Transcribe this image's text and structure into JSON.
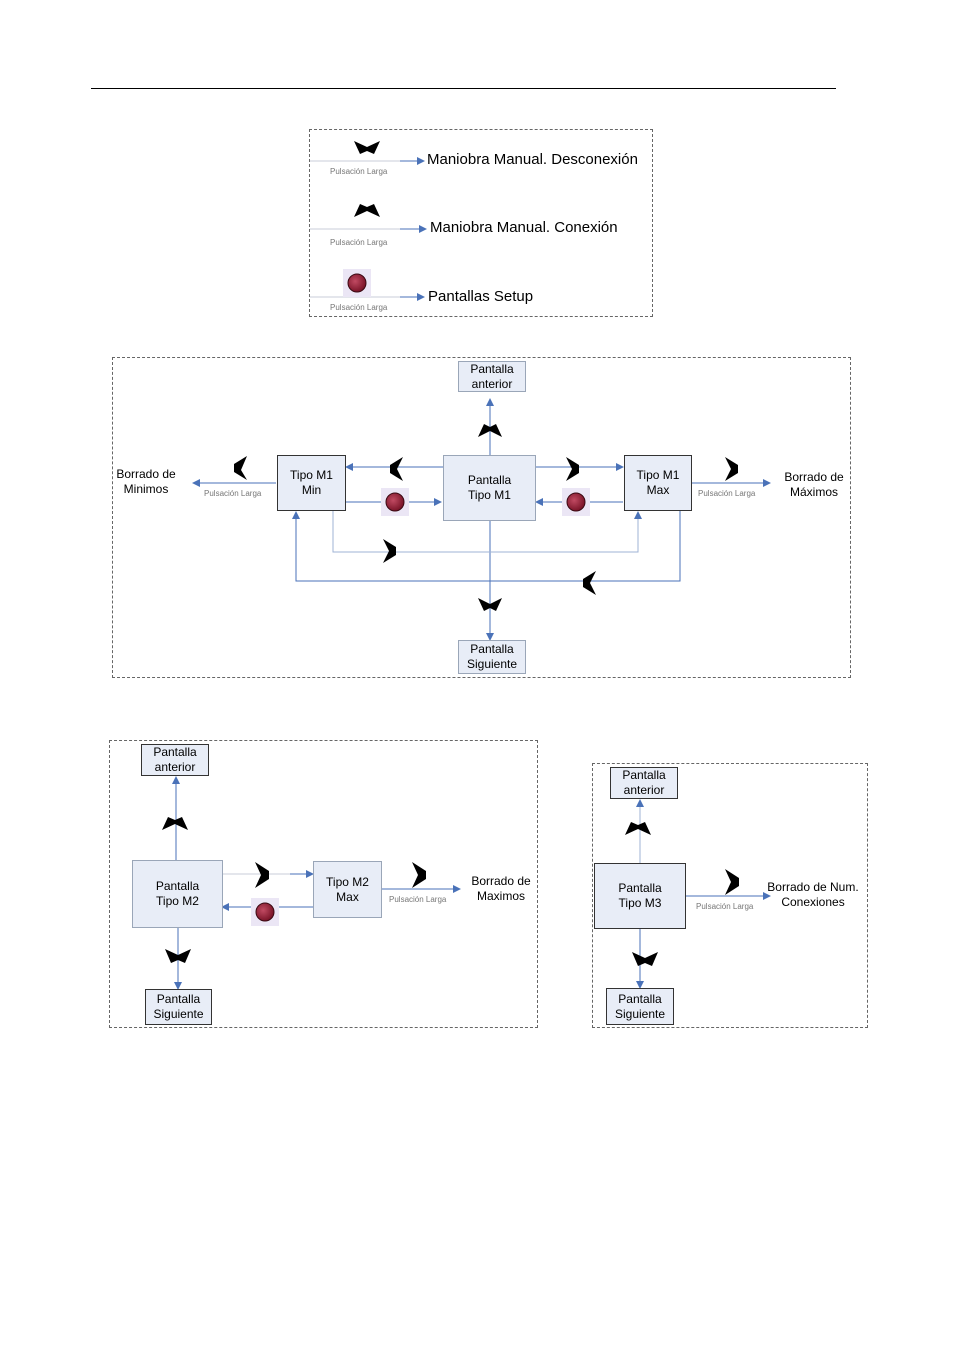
{
  "legend": {
    "items": [
      {
        "icon": "chevron-down-icon",
        "label": "Maniobra Manual. Desconexión",
        "caption": "Pulsación Larga"
      },
      {
        "icon": "chevron-up-icon",
        "label": "Maniobra Manual. Conexión",
        "caption": "Pulsación Larga"
      },
      {
        "icon": "red-button-icon",
        "label": "Pantallas Setup",
        "caption": "Pulsación Larga"
      }
    ]
  },
  "m1": {
    "prev": "Pantalla\nanterior",
    "next": "Pantalla\nSiguiente",
    "center": "Pantalla\nTipo M1",
    "min": "Tipo M1\nMin",
    "max": "Tipo M1\nMax",
    "clear_min": "Borrado de\nMinimos",
    "clear_max": "Borrado de\nMáximos",
    "caption_left": "Pulsación Larga",
    "caption_right": "Pulsación Larga"
  },
  "m2": {
    "prev": "Pantalla\nanterior",
    "next": "Pantalla\nSiguiente",
    "center": "Pantalla\nTipo M2",
    "max": "Tipo M2\nMax",
    "clear_max": "Borrado de\nMaximos",
    "caption": "Pulsación Larga"
  },
  "m3": {
    "prev": "Pantalla\nanterior",
    "next": "Pantalla\nSiguiente",
    "center": "Pantalla\nTipo M3",
    "clear": "Borrado de Num.\nConexiones",
    "caption": "Pulsación Larga"
  },
  "colors": {
    "arrow": "#4a72b8",
    "node_fill": "#e8edf7",
    "button": "#9b2238",
    "button_bg": "#ebe6f5"
  }
}
